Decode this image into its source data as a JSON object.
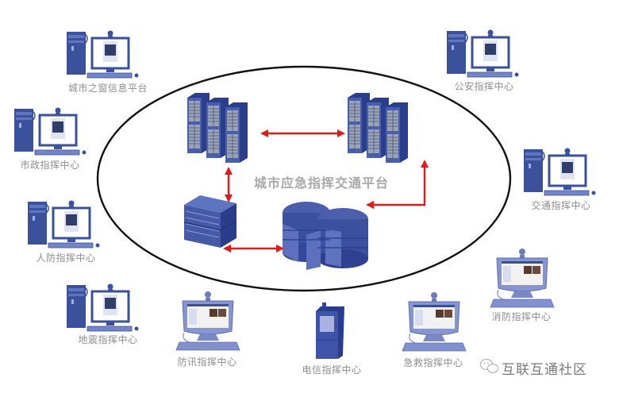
{
  "title": "城市应急指挥交通平台",
  "brand": {
    "icon": "wechat-icon",
    "text": "互联互通社区"
  },
  "colors": {
    "equipment": "#3a4f9a",
    "equipment_dark": "#243577",
    "arrow": "#e01b1b",
    "ellipse": "#111111",
    "label": "#8e8e8e"
  },
  "nodes": [
    {
      "id": "city-window",
      "label": "城市之窗信息平台",
      "type": "desktop"
    },
    {
      "id": "public-security",
      "label": "公安指挥中心",
      "type": "desktop"
    },
    {
      "id": "municipal",
      "label": "市政指挥中心",
      "type": "desktop"
    },
    {
      "id": "traffic",
      "label": "交通指挥中心",
      "type": "desktop"
    },
    {
      "id": "civil-defense",
      "label": "人防指挥中心",
      "type": "desktop"
    },
    {
      "id": "fire",
      "label": "消防指挥中心",
      "type": "crt-terminal"
    },
    {
      "id": "earthquake",
      "label": "地震指挥中心",
      "type": "desktop"
    },
    {
      "id": "flood",
      "label": "防讯指挥中心",
      "type": "crt-terminal"
    },
    {
      "id": "telecom",
      "label": "电信指挥中心",
      "type": "handset"
    },
    {
      "id": "emergency-medical",
      "label": "急救指挥中心",
      "type": "crt-terminal"
    }
  ],
  "platform": {
    "components": [
      {
        "id": "server-rack-left",
        "type": "server-rack"
      },
      {
        "id": "server-rack-right",
        "type": "server-rack"
      },
      {
        "id": "network-switch",
        "type": "switch"
      },
      {
        "id": "database-cluster",
        "type": "database"
      }
    ],
    "links": [
      {
        "from": "server-rack-left",
        "to": "server-rack-right",
        "direction": "both"
      },
      {
        "from": "server-rack-left",
        "to": "network-switch",
        "direction": "both"
      },
      {
        "from": "network-switch",
        "to": "database-cluster",
        "direction": "both"
      },
      {
        "from": "database-cluster",
        "to": "server-rack-right",
        "direction": "both"
      }
    ]
  }
}
